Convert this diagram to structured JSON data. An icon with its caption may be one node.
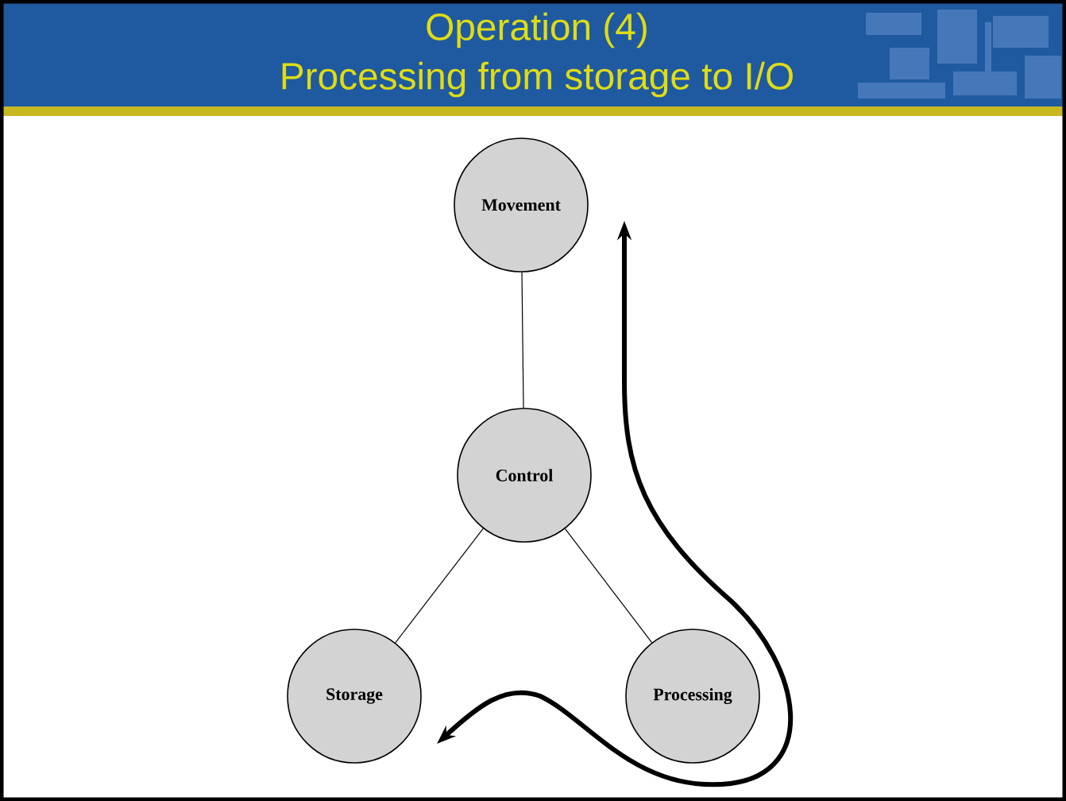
{
  "diagram": {
    "title": "Operation (4)",
    "nodes": [
      {
        "text": [
          "Movement"
        ]
      },
      {
        "text": [
          "Control"
        ]
      },
      {
        "text": [
          "Storage"
        ]
      },
      {
        "text": [
          "Processing"
        ]
      }
    ],
    "edges": [
      {
        "from": 0,
        "to": 1,
        "arrow": "none"
      },
      {
        "from": 1,
        "to": 2,
        "arrow": "none"
      },
      {
        "from": 1,
        "to": 3,
        "arrow": "none"
      },
      {
        "from": 2,
        "to": 0,
        "arrow": "both",
        "style": "thick"
      }
    ],
    "labels": [
      "Processing from storage to I/O"
    ]
  }
}
